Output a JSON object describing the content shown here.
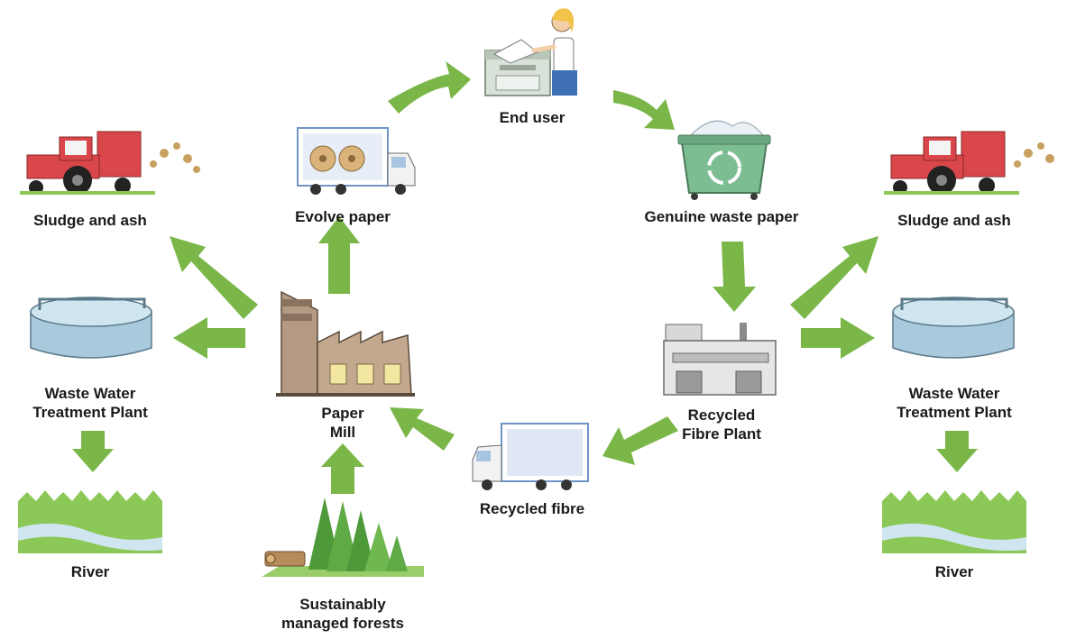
{
  "diagram": {
    "colors": {
      "arrow": "#7ab648",
      "tractor_red": "#d9474a",
      "tank_blue": "#a9c9dc",
      "mill_brown": "#b49a82",
      "bin_green": "#7cbd92",
      "grass_green": "#8cc858",
      "river_blue": "#cfe6f1",
      "tree_green": "#4e9a3a",
      "truck_blue": "#6f95c6"
    },
    "nodes": {
      "end_user": {
        "label": "End user",
        "icon": "person-at-printer-icon"
      },
      "genuine_waste_paper": {
        "label": "Genuine waste paper",
        "icon": "recycling-bin-icon"
      },
      "recycled_fibre_plant": {
        "label": "Recycled\nFibre Plant",
        "icon": "factory-icon"
      },
      "recycled_fibre": {
        "label": "Recycled fibre",
        "icon": "truck-icon"
      },
      "paper_mill": {
        "label": "Paper\nMill",
        "icon": "paper-mill-icon"
      },
      "evolve_paper": {
        "label": "Evolve paper",
        "icon": "paper-roll-truck-icon"
      },
      "forests": {
        "label": "Sustainably\nmanaged forests",
        "icon": "forest-icon"
      },
      "sludge_left": {
        "label": "Sludge and ash",
        "icon": "tractor-icon"
      },
      "wwtp_left": {
        "label": "Waste Water\nTreatment Plant",
        "icon": "treatment-tank-icon"
      },
      "river_left": {
        "label": "River",
        "icon": "river-icon"
      },
      "sludge_right": {
        "label": "Sludge and ash",
        "icon": "tractor-icon"
      },
      "wwtp_right": {
        "label": "Waste Water\nTreatment Plant",
        "icon": "treatment-tank-icon"
      },
      "river_right": {
        "label": "River",
        "icon": "river-icon"
      }
    }
  }
}
